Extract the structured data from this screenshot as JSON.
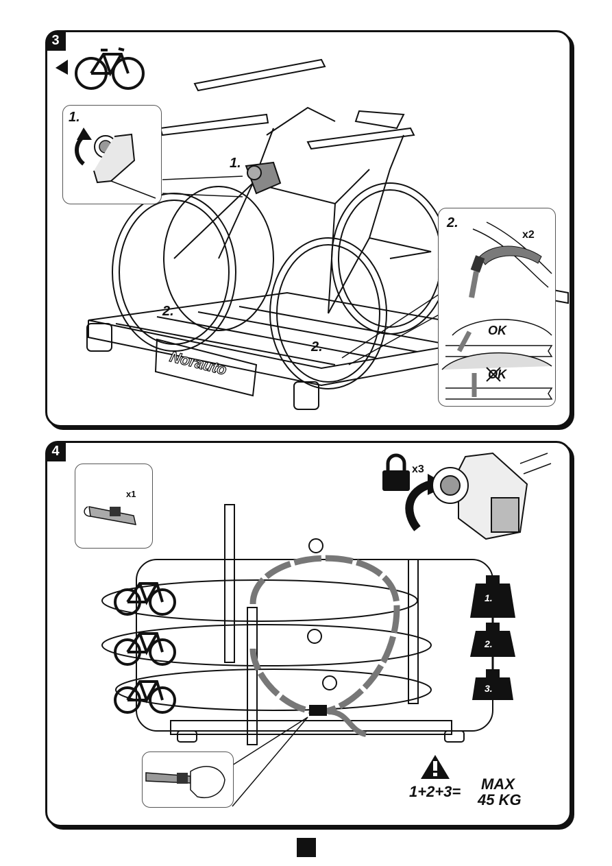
{
  "step3": {
    "number": "3",
    "inset1_label": "1.",
    "main_label_1": "1.",
    "main_label_2a": "2.",
    "main_label_2b": "2.",
    "inset2_label": "2.",
    "strap_count": "x2",
    "ok_label": "OK",
    "not_ok_label": "OK",
    "plate_text": "Norauto"
  },
  "step4": {
    "number": "4",
    "strap_qty": "x1",
    "lock_count": "x3",
    "weights": [
      "1.",
      "2.",
      "3."
    ],
    "formula": "1+2+3=",
    "max_label": "MAX",
    "max_weight": "45 KG"
  },
  "colors": {
    "ink": "#111111",
    "strap_gray": "#7a7a7a",
    "light_gray": "#cccccc"
  },
  "icons": [
    "bike-icon",
    "arrow-left-icon",
    "padlock-icon",
    "warning-icon",
    "weight-icon"
  ]
}
